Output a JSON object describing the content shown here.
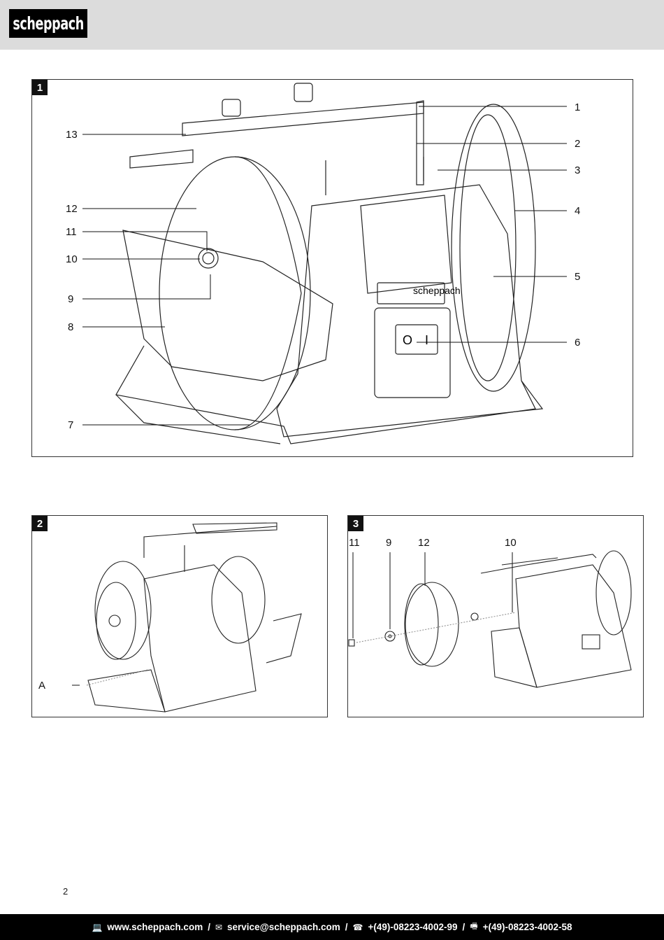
{
  "header": {
    "brand": "scheppach"
  },
  "figures": [
    {
      "number": "1",
      "callouts_right": [
        "1",
        "2",
        "3",
        "4",
        "5",
        "6"
      ],
      "callouts_left": [
        "13",
        "12",
        "11",
        "10",
        "9",
        "8",
        "7"
      ],
      "plate_logo": "scheppach",
      "switch_off": "O",
      "switch_on": "I"
    },
    {
      "number": "2",
      "callouts": [
        "A"
      ]
    },
    {
      "number": "3",
      "callouts": [
        "11",
        "9",
        "12",
        "10"
      ]
    }
  ],
  "page_number": "2",
  "footer": {
    "items": [
      {
        "icon": "computer-icon",
        "glyph": "💻",
        "text": "www.scheppach.com"
      },
      {
        "icon": "mail-icon",
        "glyph": "✉",
        "text": "service@scheppach.com"
      },
      {
        "icon": "phone-icon",
        "glyph": "☎",
        "text": "+(49)-08223-4002-99"
      },
      {
        "icon": "fax-icon",
        "glyph": "🖷",
        "text": "+(49)-08223-4002-58"
      }
    ],
    "separator": "/"
  }
}
